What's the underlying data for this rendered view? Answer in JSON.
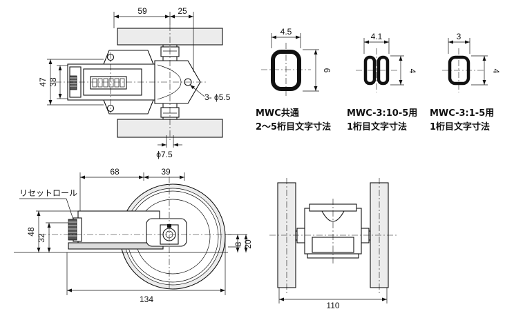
{
  "top_view": {
    "dims": {
      "d59": "59",
      "d25": "25",
      "d47": "47",
      "d38": "38",
      "hole": "3- ϕ5.5",
      "shaft": "ϕ7.5"
    }
  },
  "char_sizes": [
    {
      "model": "MWC共通",
      "note": "2〜5桁目文字寸法",
      "width": "4.5",
      "height": "6"
    },
    {
      "model": "MWC-3:10-5用",
      "note": "1桁目文字寸法",
      "width": "4.1",
      "height": "4"
    },
    {
      "model": "MWC-3:1-5用",
      "note": "1桁目文字寸法",
      "width": "3",
      "height": "4"
    }
  ],
  "side_view": {
    "part_label": "リセットロール",
    "dims": {
      "d68": "68",
      "d39": "39",
      "d48": "48",
      "d32": "32",
      "d8": "8",
      "d20": "20",
      "d134": "134"
    }
  },
  "front_view": {
    "dims": {
      "d110": "110"
    }
  }
}
